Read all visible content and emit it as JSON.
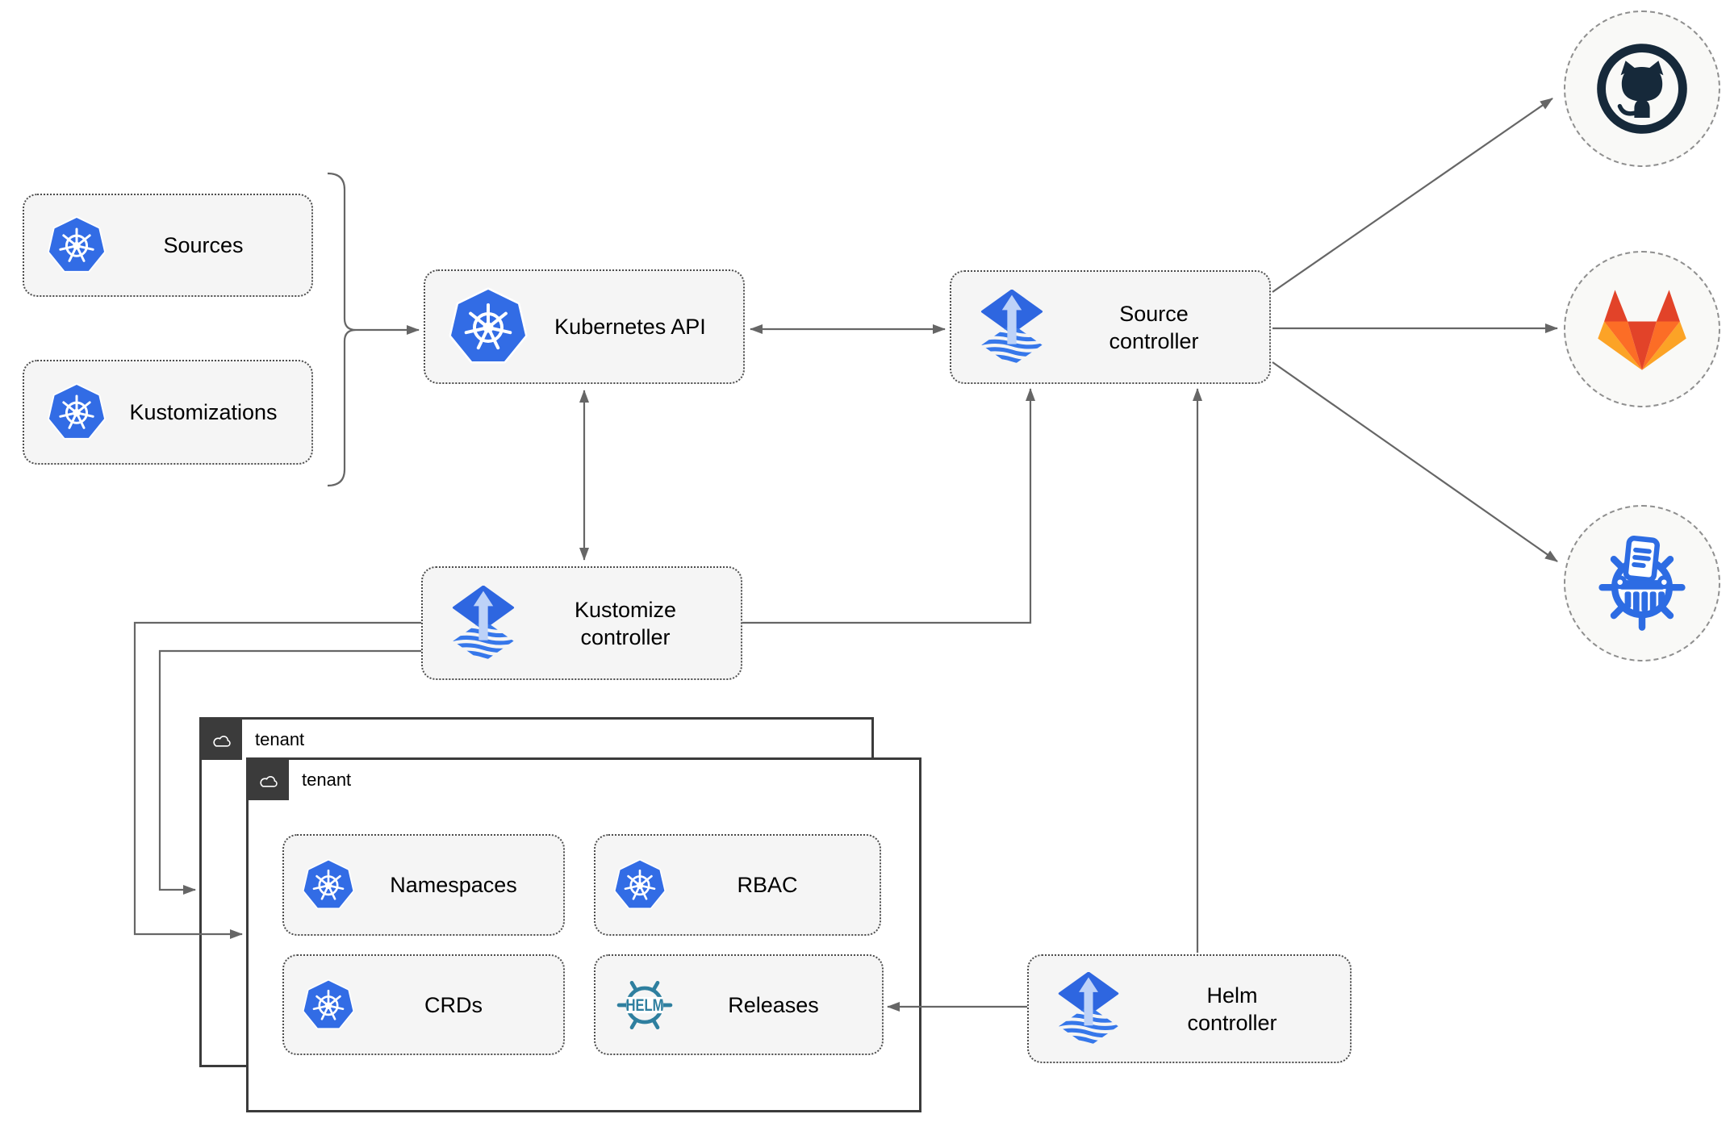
{
  "diagram": {
    "nodes": {
      "sources": {
        "label": "Sources"
      },
      "kustomizations": {
        "label": "Kustomizations"
      },
      "kubernetes_api": {
        "label": "Kubernetes API"
      },
      "source_controller": {
        "line1": "Source",
        "line2": "controller"
      },
      "kustomize_controller": {
        "line1": "Kustomize",
        "line2": "controller"
      },
      "helm_controller": {
        "line1": "Helm",
        "line2": "controller"
      },
      "namespaces": {
        "label": "Namespaces"
      },
      "rbac": {
        "label": "RBAC"
      },
      "crds": {
        "label": "CRDs"
      },
      "releases": {
        "label": "Releases"
      }
    },
    "tenants": {
      "back": {
        "label": "tenant"
      },
      "front": {
        "label": "tenant"
      }
    },
    "icons": {
      "kubernetes": "kubernetes-wheel-icon",
      "flux": "flux-diamond-arrow-icon",
      "helm": "helm-wheel-icon",
      "helm_logo_text": "HELM",
      "github": "github-octocat-icon",
      "gitlab": "gitlab-fox-icon",
      "kustomize": "kustomize-shredder-wheel-icon",
      "tenant_cloud": "cloud-icon"
    },
    "colors": {
      "k8s-blue": "#326ce5",
      "flux-blue": "#2e66e0",
      "flux-stripe": "#3677ea",
      "flux-arrow": "#bdd2f8",
      "helm-teal": "#2e7f9f",
      "github-dark": "#16293a",
      "gl-red": "#e24329",
      "gl-orange": "#fc6d26",
      "gl-yellow": "#fca326",
      "kz-blue": "#2d6ce3",
      "line-gray": "#666666",
      "node-fill": "#f5f5f5",
      "node-border": "#4d4d4d",
      "tenant-border": "#3b3b3b",
      "circle-fill": "#f9f9f7"
    }
  }
}
